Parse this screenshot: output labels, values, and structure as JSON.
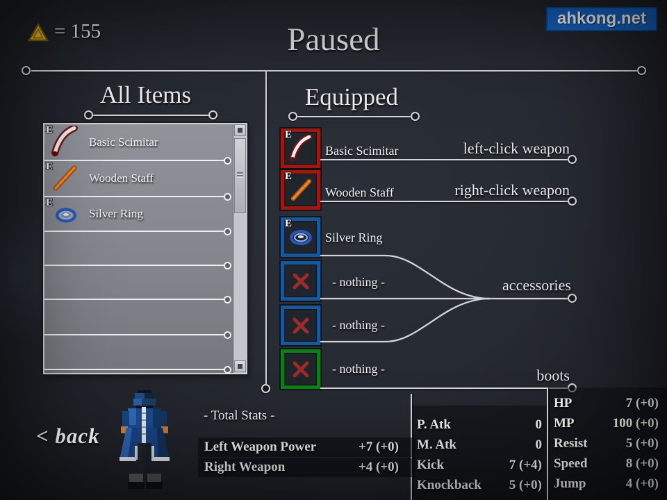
{
  "header": {
    "currency_value": "= 155",
    "title": "Paused",
    "watermark": "ahkong.net"
  },
  "all_items": {
    "title": "All Items",
    "items": [
      {
        "badge": "E",
        "icon": "scimitar-icon",
        "name": "Basic Scimitar"
      },
      {
        "badge": "E",
        "icon": "staff-icon",
        "name": "Wooden Staff"
      },
      {
        "badge": "E",
        "icon": "ring-icon",
        "name": "Silver Ring"
      }
    ]
  },
  "equipped": {
    "title": "Equipped",
    "slots": [
      {
        "badge": "E",
        "icon": "scimitar-icon",
        "name": "Basic Scimitar",
        "border": "red",
        "label": "left-click weapon"
      },
      {
        "badge": "E",
        "icon": "staff-icon",
        "name": "Wooden Staff",
        "border": "red",
        "label": "right-click weapon"
      },
      {
        "badge": "E",
        "icon": "ring-icon",
        "name": "Silver Ring",
        "border": "blue",
        "label": "accessories"
      },
      {
        "icon": "x-icon",
        "name": "- nothing -",
        "border": "blue"
      },
      {
        "icon": "x-icon",
        "name": "- nothing -",
        "border": "blue"
      },
      {
        "icon": "x-icon",
        "name": "- nothing -",
        "border": "green",
        "label": "boots"
      }
    ]
  },
  "stats": {
    "total_title": "- Total Stats -",
    "total": [
      {
        "label": "Left Weapon Power",
        "value": "+7 (+0)"
      },
      {
        "label": "Right Weapon",
        "value": "+4 (+0)"
      }
    ],
    "combat": [
      {
        "label": "P. Atk",
        "value": "0"
      },
      {
        "label": "M. Atk",
        "value": "0"
      },
      {
        "label": "Kick",
        "value": "7 (+4)"
      },
      {
        "label": "Knockback",
        "value": "5 (+0)"
      }
    ],
    "attributes": [
      {
        "label": "HP",
        "value": "7 (+0)"
      },
      {
        "label": "MP",
        "value": "100 (+0)"
      },
      {
        "label": "Resist",
        "value": "5 (+0)"
      },
      {
        "label": "Speed",
        "value": "8 (+0)"
      },
      {
        "label": "Jump",
        "value": "4 (+0)"
      }
    ]
  },
  "footer": {
    "back_label": "< back"
  },
  "colors": {
    "slot_red": "#9c1810",
    "slot_blue": "#15589c",
    "slot_green": "#0f7d1a",
    "x_icon": "#9e2b2b",
    "watermark_bg": "#1565c4",
    "currency_gold": "#f2c22e",
    "line": "#d6d6d6"
  }
}
